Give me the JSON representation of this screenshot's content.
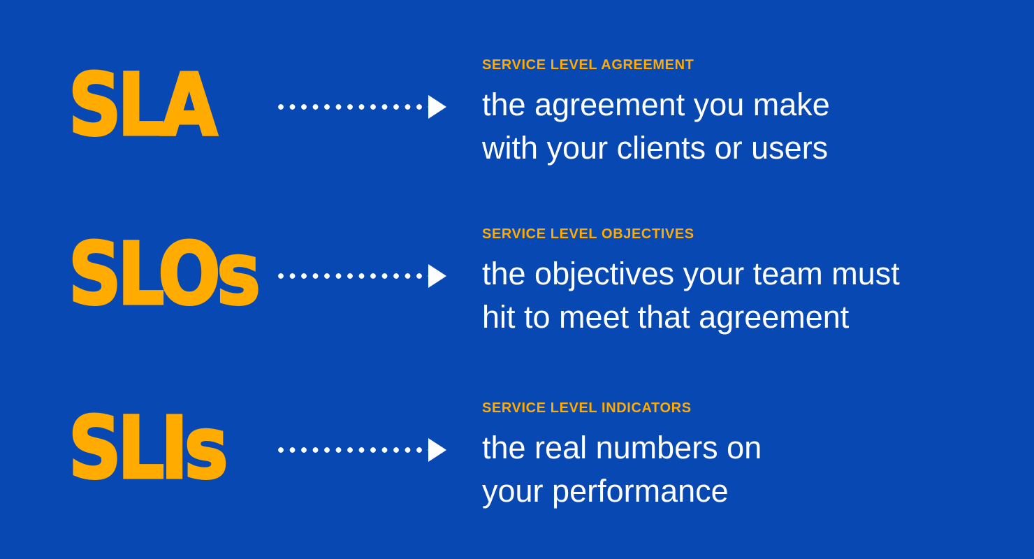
{
  "colors": {
    "background": "#0848B2",
    "accent": "#FFAB00",
    "text": "#FFFFFF"
  },
  "rows": [
    {
      "acronym": "SLA",
      "label": "SERVICE LEVEL AGREEMENT",
      "lines": [
        "the agreement you make",
        "with your clients or users"
      ]
    },
    {
      "acronym": "SLOs",
      "label": "SERVICE LEVEL OBJECTIVES",
      "lines": [
        "the objectives your team must",
        "hit to meet that agreement"
      ]
    },
    {
      "acronym": "SLIs",
      "label": "SERVICE LEVEL INDICATORS",
      "lines": [
        "the real numbers on",
        "your performance"
      ]
    }
  ]
}
